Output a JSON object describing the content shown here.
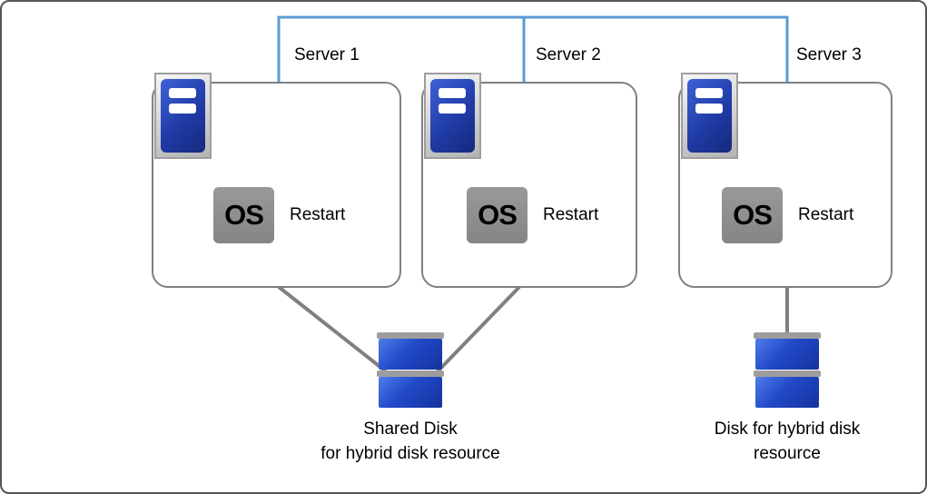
{
  "colors": {
    "network_line": "#5b9bd5",
    "connector_line": "#808080",
    "box_border": "#808080",
    "canvas_border": "#555555",
    "server_blue": "#1f3ba6",
    "disk_blue": "#2048c8",
    "disk_gray": "#9d9d9d",
    "os_gray": "#858585",
    "text": "#000000"
  },
  "servers": [
    {
      "label": "Server 1",
      "os_label": "OS",
      "action_label": "Restart"
    },
    {
      "label": "Server 2",
      "os_label": "OS",
      "action_label": "Restart"
    },
    {
      "label": "Server 3",
      "os_label": "OS",
      "action_label": "Restart"
    }
  ],
  "disks": [
    {
      "label_lines": [
        "Shared Disk",
        "for hybrid disk resource"
      ]
    },
    {
      "label_lines": [
        "Disk for hybrid disk",
        "resource"
      ]
    }
  ]
}
